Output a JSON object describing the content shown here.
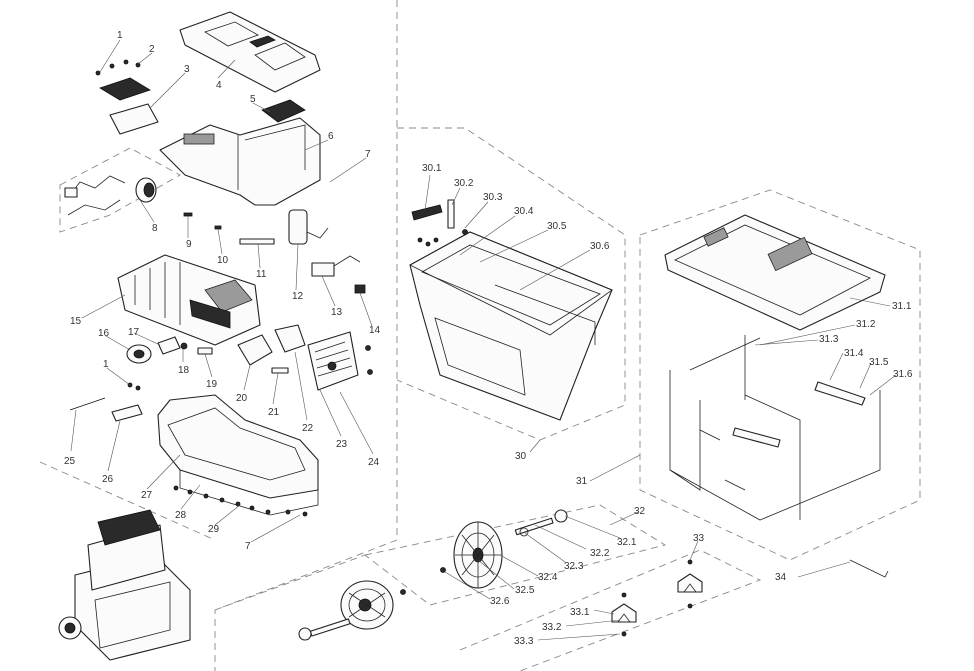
{
  "labels": [
    {
      "id": "1",
      "text": "1"
    },
    {
      "id": "2",
      "text": "2"
    },
    {
      "id": "3",
      "text": "3"
    },
    {
      "id": "4",
      "text": "4"
    },
    {
      "id": "5",
      "text": "5"
    },
    {
      "id": "6",
      "text": "6"
    },
    {
      "id": "7a",
      "text": "7"
    },
    {
      "id": "8",
      "text": "8"
    },
    {
      "id": "9",
      "text": "9"
    },
    {
      "id": "10",
      "text": "10"
    },
    {
      "id": "11",
      "text": "11"
    },
    {
      "id": "12",
      "text": "12"
    },
    {
      "id": "13",
      "text": "13"
    },
    {
      "id": "14",
      "text": "14"
    },
    {
      "id": "15",
      "text": "15"
    },
    {
      "id": "16",
      "text": "16"
    },
    {
      "id": "17",
      "text": "17"
    },
    {
      "id": "18",
      "text": "18"
    },
    {
      "id": "19",
      "text": "19"
    },
    {
      "id": "20",
      "text": "20"
    },
    {
      "id": "21",
      "text": "21"
    },
    {
      "id": "22",
      "text": "22"
    },
    {
      "id": "23",
      "text": "23"
    },
    {
      "id": "24",
      "text": "24"
    },
    {
      "id": "1b",
      "text": "1"
    },
    {
      "id": "25",
      "text": "25"
    },
    {
      "id": "26",
      "text": "26"
    },
    {
      "id": "27",
      "text": "27"
    },
    {
      "id": "28",
      "text": "28"
    },
    {
      "id": "29",
      "text": "29"
    },
    {
      "id": "7b",
      "text": "7"
    },
    {
      "id": "30.1",
      "text": "30.1"
    },
    {
      "id": "30.2",
      "text": "30.2"
    },
    {
      "id": "30.3",
      "text": "30.3"
    },
    {
      "id": "30.4",
      "text": "30.4"
    },
    {
      "id": "30.5",
      "text": "30.5"
    },
    {
      "id": "30.6",
      "text": "30.6"
    },
    {
      "id": "30",
      "text": "30"
    },
    {
      "id": "31.1",
      "text": "31.1"
    },
    {
      "id": "31.2",
      "text": "31.2"
    },
    {
      "id": "31.3",
      "text": "31.3"
    },
    {
      "id": "31.4",
      "text": "31.4"
    },
    {
      "id": "31.5",
      "text": "31.5"
    },
    {
      "id": "31.6",
      "text": "31.6"
    },
    {
      "id": "31",
      "text": "31"
    },
    {
      "id": "32",
      "text": "32"
    },
    {
      "id": "32.1",
      "text": "32.1"
    },
    {
      "id": "32.2",
      "text": "32.2"
    },
    {
      "id": "32.3",
      "text": "32.3"
    },
    {
      "id": "32.4",
      "text": "32.4"
    },
    {
      "id": "32.5",
      "text": "32.5"
    },
    {
      "id": "32.6",
      "text": "32.6"
    },
    {
      "id": "33",
      "text": "33"
    },
    {
      "id": "33.1",
      "text": "33.1"
    },
    {
      "id": "33.2",
      "text": "33.2"
    },
    {
      "id": "33.3",
      "text": "33.3"
    },
    {
      "id": "34",
      "text": "34"
    }
  ]
}
